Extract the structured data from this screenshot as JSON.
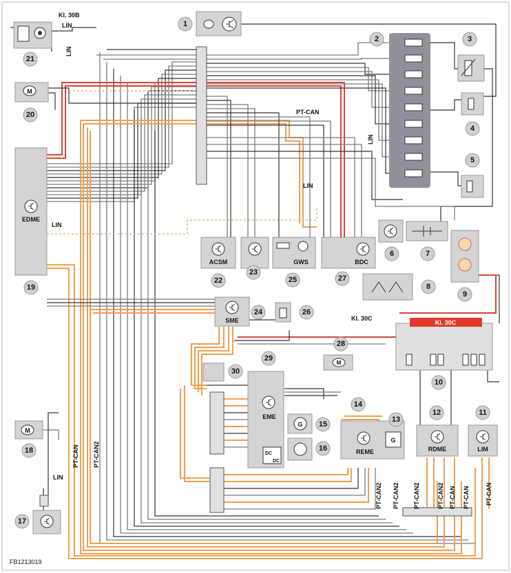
{
  "colors": {
    "module_fill": "#d4d4d4",
    "wire_grey": "#7b7b7b",
    "wire_black": "#333333",
    "wire_orange": "#f0a050",
    "wire_red": "#d8453a",
    "fuse_panel": "#8f9099",
    "kl30c_bar": "#e03a2a"
  },
  "labels": {
    "kl30b": "Kl. 30B",
    "lin": "LIN",
    "pt_can": "PT-CAN",
    "pt_can2": "PT-CAN2",
    "kl30c": "Kl. 30C",
    "kl30c_bar": "Kl. 30C",
    "figure_id": "FB1213019"
  },
  "modules": {
    "edme": "EDME",
    "acsm": "ACSM",
    "gws": "GWS",
    "bdc": "BDC",
    "sme": "SME",
    "eme": "EME",
    "dcdc_top": "DC",
    "dcdc_bottom": "DC",
    "reme": "REME",
    "rdme": "RDME",
    "lim": "LIM"
  },
  "badges": [
    "1",
    "2",
    "3",
    "4",
    "5",
    "6",
    "7",
    "8",
    "9",
    "10",
    "11",
    "12",
    "13",
    "14",
    "15",
    "16",
    "17",
    "18",
    "19",
    "20",
    "21",
    "22",
    "23",
    "24",
    "25",
    "26",
    "27",
    "28",
    "29",
    "30"
  ]
}
